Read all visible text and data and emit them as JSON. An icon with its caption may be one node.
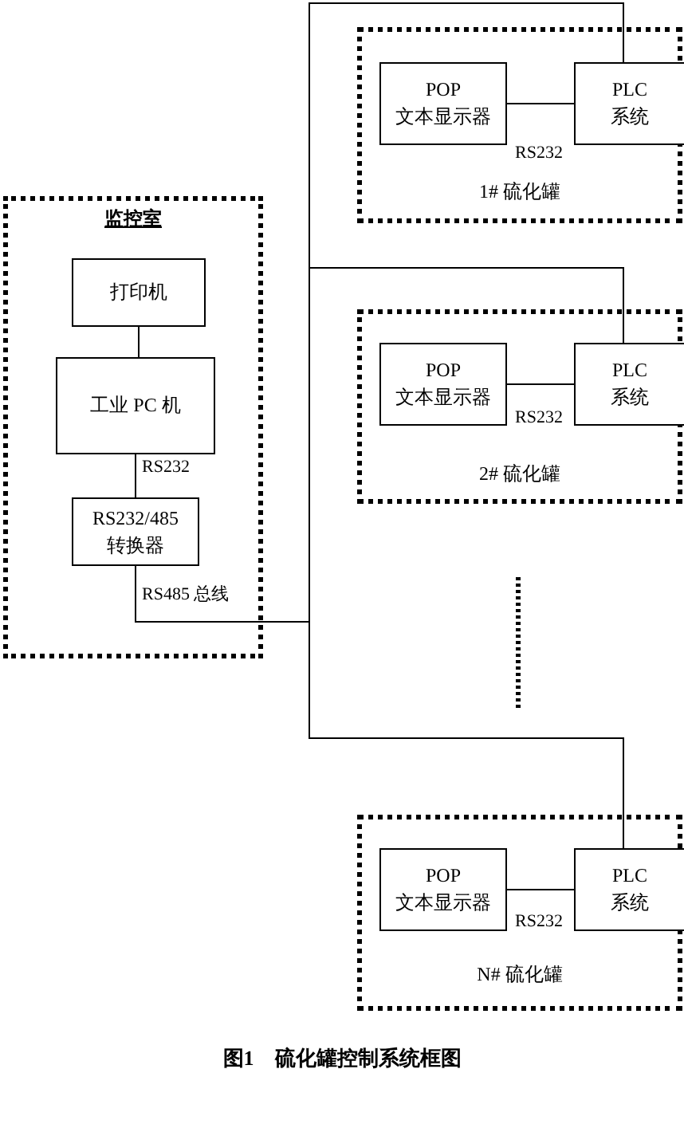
{
  "diagram": {
    "caption": "图1　硫化罐控制系统框图",
    "nodes": [
      {
        "text": [
          "监控室"
        ]
      },
      {
        "text": [
          "打印机"
        ],
        "in": 0
      },
      {
        "text": [
          "工业 PC 机"
        ],
        "in": 0
      },
      {
        "text": [
          "RS232/485 转换器"
        ],
        "in": 0
      },
      {
        "text": [
          "1# 硫化罐"
        ]
      },
      {
        "text": [
          "POP 文本显示器"
        ],
        "in": 4
      },
      {
        "text": [
          "PLC 系统"
        ],
        "in": 4
      },
      {
        "text": [
          "2# 硫化罐"
        ]
      },
      {
        "text": [
          "POP 文本显示器"
        ],
        "in": 7
      },
      {
        "text": [
          "PLC 系统"
        ],
        "in": 7
      },
      {
        "text": [
          "N# 硫化罐"
        ]
      },
      {
        "text": [
          "POP 文本显示器"
        ],
        "in": 10
      },
      {
        "text": [
          "PLC 系统"
        ],
        "in": 10
      }
    ],
    "edges": [
      {
        "from": 1,
        "to": 2,
        "arrow": "none"
      },
      {
        "from": 2,
        "to": 3,
        "arrow": "none",
        "label": "RS232"
      },
      {
        "from": 3,
        "to": 6,
        "arrow": "none",
        "label": "RS485 总线"
      },
      {
        "from": 3,
        "to": 9,
        "arrow": "none"
      },
      {
        "from": 3,
        "to": 12,
        "arrow": "none"
      },
      {
        "from": 5,
        "to": 6,
        "arrow": "none",
        "label": "RS232"
      },
      {
        "from": 8,
        "to": 9,
        "arrow": "none",
        "label": "RS232"
      },
      {
        "from": 11,
        "to": 12,
        "arrow": "none",
        "label": "RS232"
      }
    ]
  }
}
